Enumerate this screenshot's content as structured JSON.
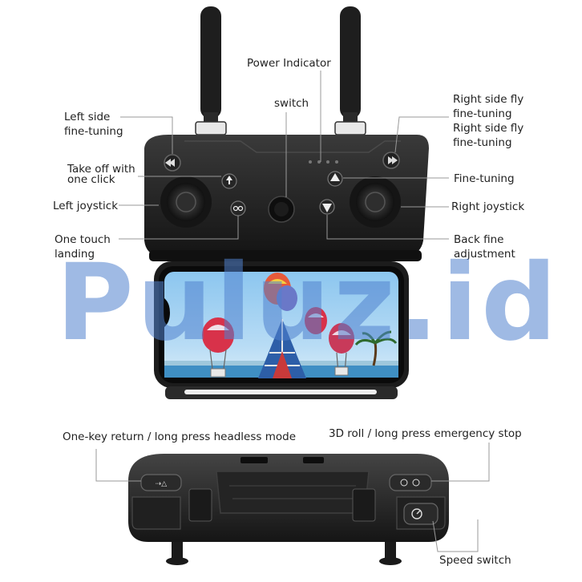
{
  "labels": {
    "power_indicator": "Power Indicator",
    "switch": "switch",
    "left_side_1": "Left side",
    "left_side_2": "fine-tuning",
    "right_side_a1": "Right side fly",
    "right_side_a2": "fine-tuning",
    "right_side_b1": "Right side fly",
    "right_side_b2": "fine-tuning",
    "takeoff_1": "Take off with",
    "takeoff_2": "one click",
    "fine_tuning": "Fine-tuning",
    "left_joystick": "Left joystick",
    "right_joystick": "Right joystick",
    "one_touch_1": "One touch",
    "one_touch_2": "landing",
    "back_fine_1": "Back fine",
    "back_fine_2": "adjustment",
    "one_key_return": "One-key return / long press headless mode",
    "roll_3d": "3D roll / long press emergency stop",
    "speed_switch": "Speed switch"
  },
  "watermark": "Puluz.id",
  "icons": {
    "left_trim": "rewind-icon",
    "right_trim": "fast-forward-icon",
    "takeoff": "takeoff-arrow-icon",
    "landing": "landing-icon",
    "fine_tune": "arrow-up-icon",
    "back_fine": "arrow-down-icon",
    "power": "power-switch-icon",
    "headless": "headless-mode-icon",
    "roll": "roll-icon",
    "speed": "speed-icon"
  },
  "colors": {
    "controller": "#1f1f1f",
    "watermark": "#5082cd",
    "sky": "#6fb3e6",
    "sea": "#3f8fc4"
  }
}
